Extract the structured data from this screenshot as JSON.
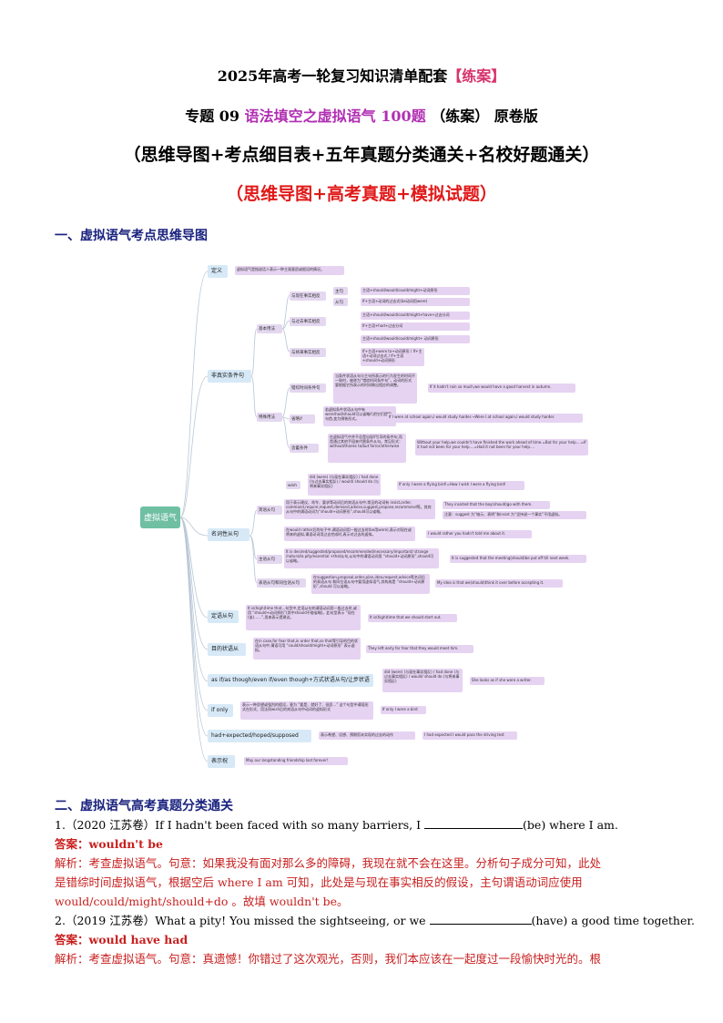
{
  "header": {
    "title_main": "2025年高考一轮复习知识清单配套",
    "title_tag": "【练案】",
    "subtitle_pre": "专题 09",
    "subtitle_topic": "语法填空之虚拟语气 100题",
    "subtitle_post": "（练案）  原卷版",
    "line3": "（思维导图+考点细目表+五年真题分类通关+名校好题通关）",
    "line4": "（思维导图+高考真题+模拟试题）"
  },
  "section1_title": "一、虚拟语气考点思维导图",
  "mindmap": {
    "root": "虚拟语气",
    "branches": [
      {
        "label": "定义",
        "note": "虚拟语气是指说话人表示一种主观意愿或假设的情况。"
      },
      {
        "label": "非真实条件句",
        "sub": [
          "基本用法",
          "与现在事实相反",
          "与过去事实相反",
          "与将来事实相反",
          "主句",
          "从句",
          "错综时间条件句",
          "省略if",
          "含蓄条件",
          "特殊用法"
        ],
        "items": [
          "主语+should/would/could/might+动词原形",
          "If+主语+动词的过去式(be动词用were)",
          "主语+should/would/could/might+have+过去分词",
          "If+主语+had+过去分词",
          "主语+should/would/could/might+ 动词原形",
          "If+主语+were to+动词原形 / If+主语+动词过去式 / If+主语+should+动词原形",
          "当条件状语从句与主句所表示的行为发生的时间不一致时，被称为“错综时间条件句”，动词的形式要根据它所表示的时间做出相应的调整。",
          "If it hadn't rain so much,we would have a good harvest in autumn.",
          "若虚拟条件状语从句中有were/had/should可以省略if,把它们提到句首,变为倒装形式。",
          "If I were at school again,I would study harder.→Were I at school again,I would study harder.",
          "在虚拟语气中并不总是出现if引导的条件句,而是通过其他手段来代替条件从句。常见形式：without/thanks to/but for/or/otherwise",
          "Without your help,we couldn't have finished the work ahead of time.=But for your help....=If it had not been for your help....=Had it not been for your help...."
        ]
      },
      {
        "label": "名词性从句",
        "sub": [
          "宾语从句",
          "wish",
          "主语从句",
          "表语从句和同位语从句"
        ],
        "items": [
          "did (were) (与现在事实相反) / had done (与过去事实相反) / would/ should do (与将来事实相反)",
          "If only I were a flying bird!=How I wish I were a flying bird!",
          "用于表示建议、命令、要求等动词后的宾语从句中,常见的动词有 insist,order, command,require,request,demand,advise,suggest,propose,recommend等。其宾从句中的谓语动词为“should+动词原形”,should可以省略。",
          "They insisted that the boy(should)go with them.",
          "注意：suggest 为“暗示、表明”和insist 为“坚持说一个事实”不用虚拟。",
          "在would rather后的句子中,谓语动词用一般过去时(be用were),表示对现在或将来的虚拟,谓语动词用过去完成时,表示对过去的虚拟。",
          "I would rather you hadn't told me about it.",
          "It is desired/suggested/proposed/recommended/necessary/important/ strange /natural/a pity/essential +that从句,从句中的谓语动词用 “should+动词原形”,should可以省略。",
          "It is suggested that the meeting(should)be put off till next week.",
          "在suggestion,proposal,order,plan,idea,request,advice等名词后的表语从句 和同位语从句中要用虚拟语气,其构成是 “should+动词原形”,should 可以省略。",
          "My idea is that we(should)think it over before accepting it."
        ]
      },
      {
        "label": "定语从句",
        "items": [
          "It is(high)time that...句型中,定语从句的谓语动词用一般过去时,或用 “should+动词原形”(其中should不能省略)。此句型表示 “现在(该)……”,用来表示提建议。",
          "It is(high)time that we should start out."
        ]
      },
      {
        "label": "目的状语从句",
        "items": [
          "在in case,for fear that,in order that,so that等引导的目的状语从句中,谓语可用 “could/should/might+动词原形” 表示虚拟。",
          "They left early for fear that they would meet him."
        ]
      },
      {
        "label": "as if/as though/even if/even though+方式状语从句/让步状语从句",
        "items": [
          "did (were) (与现在事实相反) / had done (与过去事实相反) / would/ should do (与将来事实相反)",
          "She looks as if she were a writer."
        ]
      },
      {
        "label": "if only",
        "items": [
          "表示一种愿望或强烈的假设，意为 “要是、就好了、但愿…” 这个句型中谓语形式在形式、用法同wish后的宾语从句中动词的虚拟形式",
          "If only I were a bird"
        ]
      },
      {
        "label": "had+expected/hoped/supposed etc.",
        "items": [
          "表示希望、设想、预期而未实现的过去的动作",
          "I had expected I would pass the driving test"
        ]
      },
      {
        "label": "表示祝愿",
        "items": [
          "May our longstanding friendship last forever!"
        ]
      }
    ]
  },
  "section2_title": "二、虚拟语气高考真题分类通关",
  "questions": [
    {
      "number": "1.",
      "source": "（2020 江苏卷）",
      "stem_pre": "If I hadn't been faced with so many barriers, I ",
      "stem_post": "(be) where I am.",
      "answer_label": "答案：",
      "answer": "wouldn't be",
      "analysis_label": "解析：",
      "analysis_lines": [
        "考查虚拟语气。句意：如果我没有面对那么多的障碍，我现在就不会在这里。分析句子成分可知，此处",
        "是错综时间虚拟语气，根据空后 where I am 可知，此处是与现在事实相反的假设，主句谓语动词应使用",
        "would/could/might/should+do 。故填 wouldn't be。"
      ]
    },
    {
      "number": "2.",
      "source": "（2019 江苏卷）",
      "stem_pre": "What a pity! You missed the sightseeing, or we ",
      "stem_post": "(have) a good time together.",
      "answer_label": "答案：",
      "answer": "would have had",
      "analysis_label": "解析：",
      "analysis_lines": [
        "考查虚拟语气。句意：真遗憾！你错过了这次观光，否则，我们本应该在一起度过一段愉快时光的。根"
      ]
    }
  ]
}
